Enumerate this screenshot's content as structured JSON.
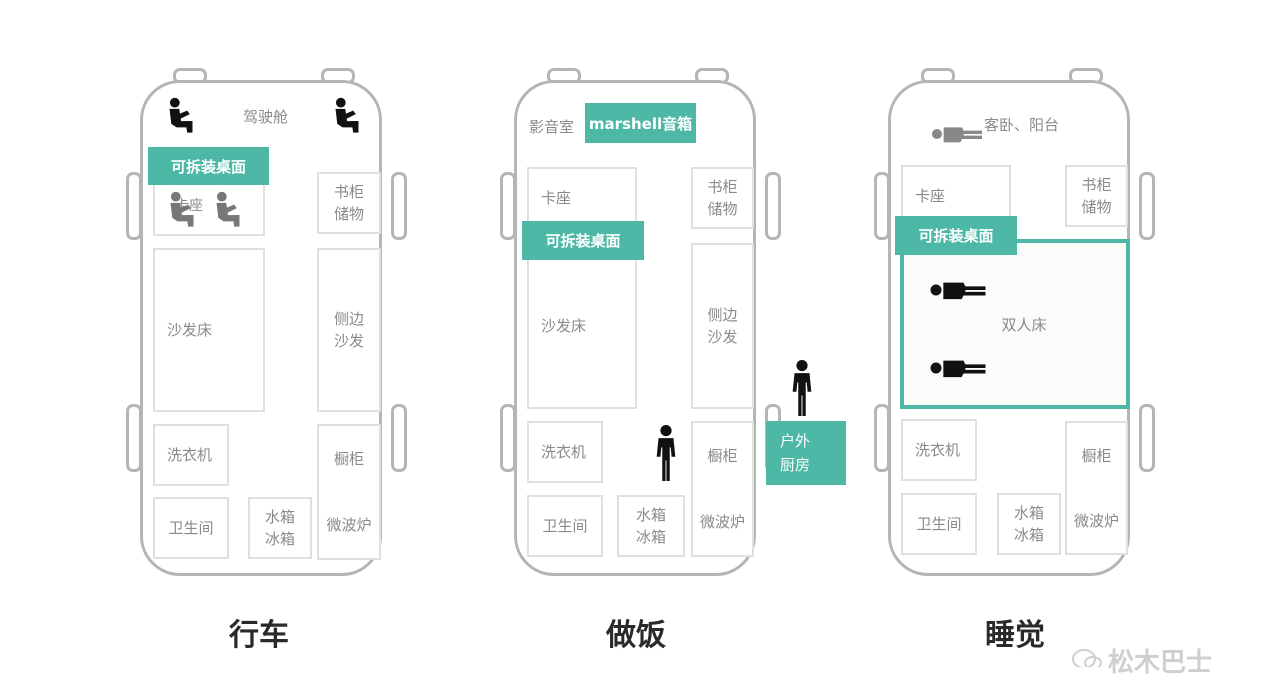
{
  "panels": {
    "driving": {
      "caption": "行车",
      "cockpit": "驾驶舱",
      "table_tag": "可拆装桌面",
      "booth": "卡座",
      "sofa_bed": "沙发床",
      "bookcase_1": "书柜",
      "bookcase_2": "储物",
      "side_sofa_1": "侧边",
      "side_sofa_2": "沙发",
      "washer": "洗衣机",
      "cabinet": "橱柜",
      "bathroom": "卫生间",
      "tank_1": "水箱",
      "tank_2": "冰箱",
      "microwave": "微波炉"
    },
    "cooking": {
      "caption": "做饭",
      "theater": "影音室",
      "speaker_tag": "marshell音箱",
      "booth": "卡座",
      "table_tag": "可拆装桌面",
      "sofa_bed": "沙发床",
      "bookcase_1": "书柜",
      "bookcase_2": "储物",
      "side_sofa_1": "侧边",
      "side_sofa_2": "沙发",
      "washer": "洗衣机",
      "cabinet": "橱柜",
      "bathroom": "卫生间",
      "tank_1": "水箱",
      "tank_2": "冰箱",
      "microwave": "微波炉",
      "outdoor_1": "户外",
      "outdoor_2": "厨房"
    },
    "sleeping": {
      "caption": "睡觉",
      "guest": "客卧、阳台",
      "booth": "卡座",
      "bookcase_1": "书柜",
      "bookcase_2": "储物",
      "table_tag": "可拆装桌面",
      "double_bed": "双人床",
      "washer": "洗衣机",
      "cabinet": "橱柜",
      "bathroom": "卫生间",
      "tank_1": "水箱",
      "tank_2": "冰箱",
      "microwave": "微波炉"
    }
  },
  "watermark": "松木巴士",
  "colors": {
    "accent": "#4db8a6",
    "outline": "#b5b5b5",
    "text": "#8a8a8a"
  },
  "icons": [
    "seated-person-icon",
    "standing-person-icon",
    "lying-person-icon",
    "wechat-logo-icon"
  ]
}
